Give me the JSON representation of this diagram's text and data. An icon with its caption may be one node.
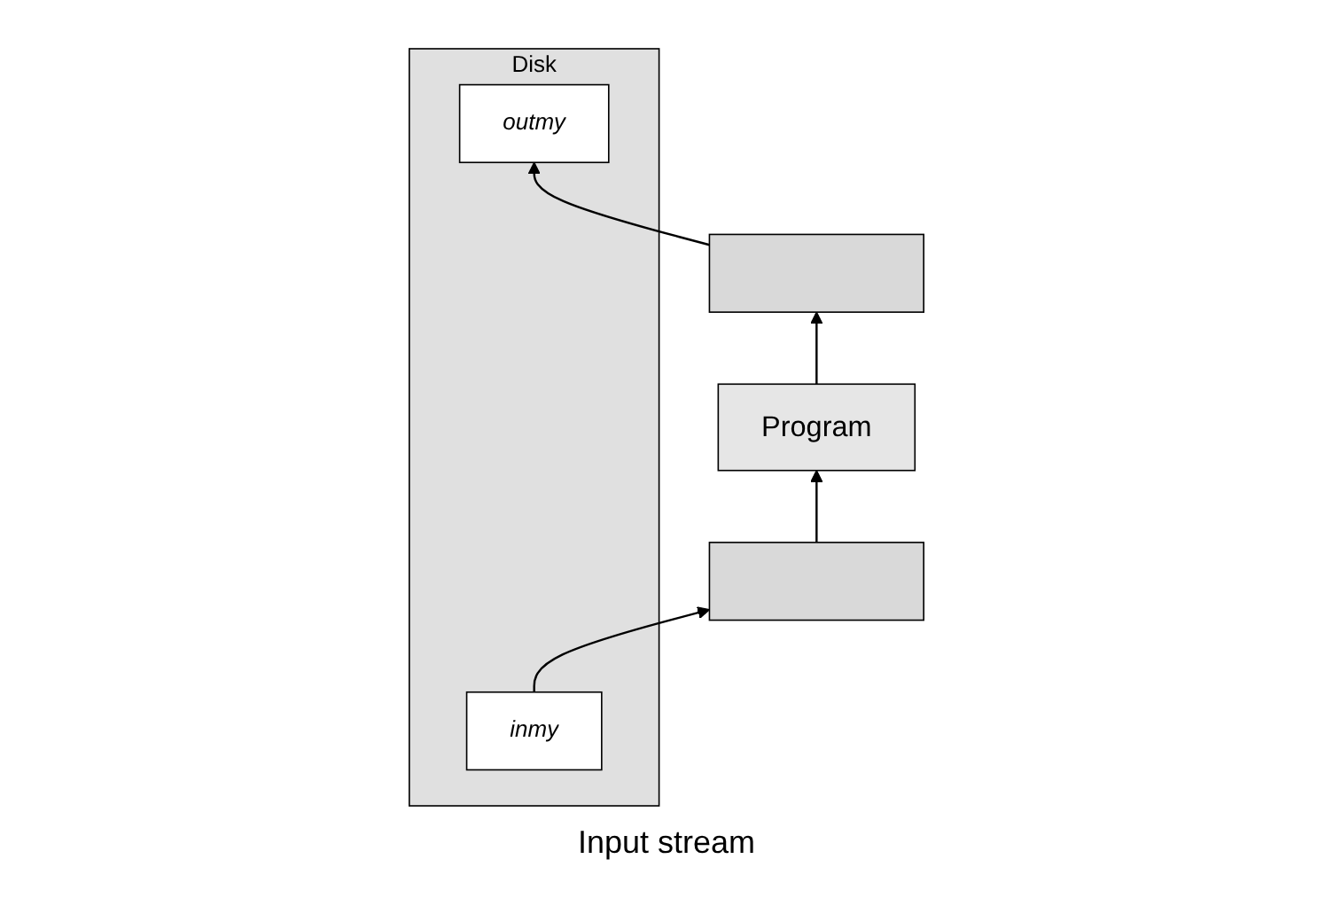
{
  "diagram": {
    "nodes": [
      {
        "text": [
          "Program"
        ]
      },
      {
        "text": [],
        "shape": "bar"
      },
      {
        "text": [
          "Disk"
        ]
      },
      {
        "text": [
          "outmy"
        ],
        "in": 2
      },
      {
        "text": [
          "inmy"
        ],
        "in": 2
      },
      {
        "text": [],
        "shape": "bar"
      }
    ],
    "edges": [
      {
        "from": 0,
        "to": 1,
        "arrow": "to"
      },
      {
        "from": 1,
        "to": 3,
        "arrow": "to"
      },
      {
        "from": 4,
        "to": 5,
        "arrow": "to"
      },
      {
        "from": 5,
        "to": 0,
        "arrow": "to"
      }
    ],
    "labels": [
      "Input stream"
    ]
  }
}
